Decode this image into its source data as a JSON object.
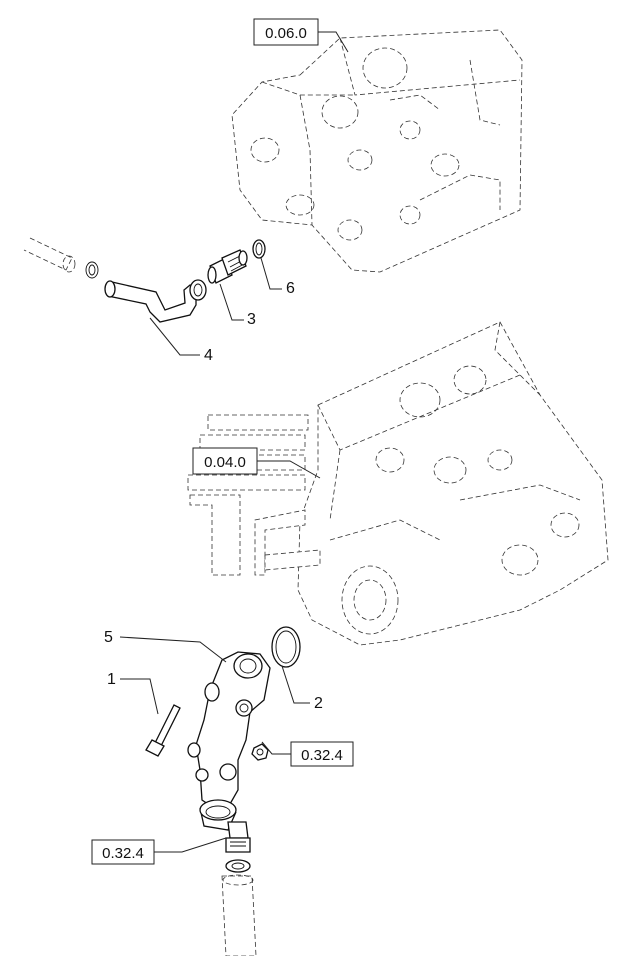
{
  "diagram": {
    "references": {
      "engine_block_top": "0.06.0",
      "engine_block_mid": "0.04.0",
      "fitting_right": "0.32.4",
      "fitting_bottom": "0.32.4"
    },
    "callouts": {
      "bolt": "1",
      "oring_large": "2",
      "union": "3",
      "pipe": "4",
      "housing": "5",
      "washer": "6"
    }
  }
}
